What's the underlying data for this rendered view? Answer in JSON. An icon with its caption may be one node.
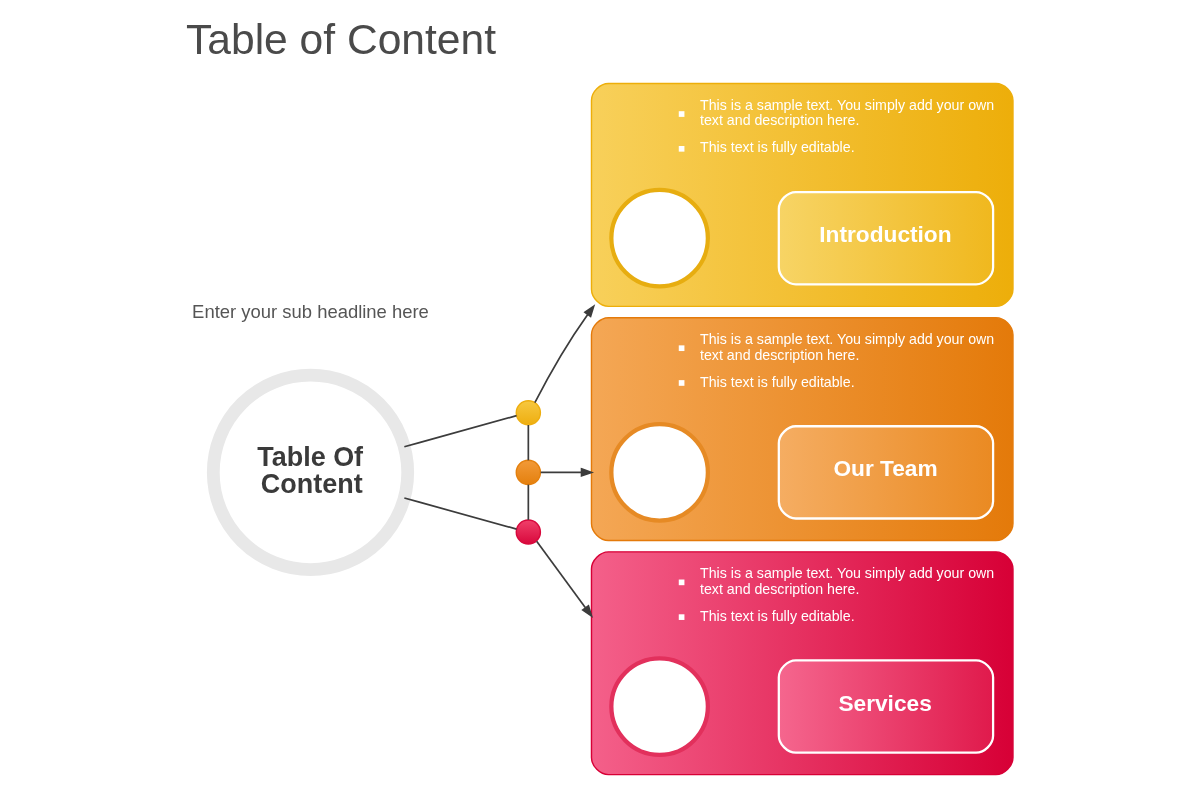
{
  "diagram": {
    "title": "Table of Content",
    "nodes": [
      {
        "text": [
          "Table Of Content"
        ]
      },
      {
        "text": [],
        "shape": "circle"
      },
      {
        "text": [],
        "shape": "circle"
      },
      {
        "text": [],
        "shape": "circle"
      },
      {
        "text": [
          "This is a sample text. You simply add your own text and description here.",
          "This text is fully editable."
        ]
      },
      {
        "text": [],
        "shape": "circle",
        "in": 4
      },
      {
        "text": [
          "Introduction"
        ],
        "in": 4
      },
      {
        "text": [
          "This is a sample text. You simply add your own text and description here.",
          "This text is fully editable."
        ]
      },
      {
        "text": [],
        "shape": "circle",
        "in": 7
      },
      {
        "text": [
          "Our Team"
        ],
        "in": 7
      },
      {
        "text": [
          "This is a sample text. You simply add your own text and description here.",
          "This text is fully editable."
        ]
      },
      {
        "text": [],
        "shape": "circle",
        "in": 10
      },
      {
        "text": [
          "Services"
        ],
        "in": 10
      }
    ],
    "edges": [
      {
        "from": 0,
        "to": 1,
        "arrow": "none"
      },
      {
        "from": 1,
        "to": 2,
        "arrow": "none"
      },
      {
        "from": 2,
        "to": 3,
        "arrow": "none"
      },
      {
        "from": 3,
        "to": 0,
        "arrow": "none"
      },
      {
        "from": 1,
        "to": 4,
        "arrow": "to"
      },
      {
        "from": 2,
        "to": 7,
        "arrow": "to"
      },
      {
        "from": 3,
        "to": 10,
        "arrow": "to"
      }
    ],
    "labels": [
      "Enter your sub headline here"
    ]
  }
}
